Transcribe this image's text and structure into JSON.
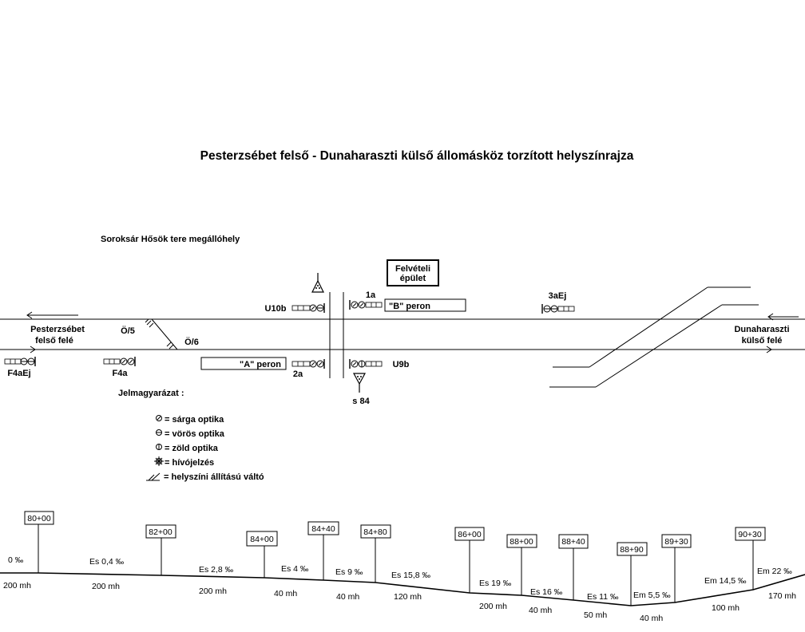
{
  "title": "Pesterzsébet felső - Dunaharaszti külső állomásköz torzított helyszínrajza",
  "stop_name": "Soroksár Hősök tere megállóhely",
  "building_label": {
    "line1": "Felvételi",
    "line2": "épület"
  },
  "platforms": {
    "a": "\"A\" peron",
    "b": "\"B\" peron"
  },
  "directions": {
    "left": {
      "line1": "Pesterzsébet",
      "line2": "felső felé"
    },
    "right": {
      "line1": "Dunaharaszti",
      "line2": "külső  felé"
    }
  },
  "switches": {
    "o5": "Ö/5",
    "o6": "Ö/6"
  },
  "signals": {
    "u10b": "U10b",
    "s1a": "1a",
    "s3aej": "3aEj",
    "s2a": "2a",
    "u9b": "U9b",
    "s84": "s 84",
    "f4aej": "F4aEj",
    "f4a": "F4a"
  },
  "legend": {
    "title": "Jelmagyarázat :",
    "items": [
      {
        "icon": "yellow-optic-icon",
        "text": "= sárga optika"
      },
      {
        "icon": "red-optic-icon",
        "text": "= vörös optika"
      },
      {
        "icon": "green-optic-icon",
        "text": "= zöld optika"
      },
      {
        "icon": "call-on-signal-icon",
        "text": "= hívójelzés"
      },
      {
        "icon": "hand-switch-icon",
        "text": "= helyszíni állítású váltó"
      }
    ]
  },
  "profile": {
    "chainages": [
      "80+00",
      "82+00",
      "84+00",
      "84+40",
      "84+80",
      "86+00",
      "88+00",
      "88+40",
      "88+90",
      "89+30",
      "90+30"
    ],
    "gradients": [
      "0  ‰",
      "Es  0,4  ‰",
      "Es 2,8  ‰",
      "Es  4  ‰",
      "Es  9  ‰",
      "Es 15,8 ‰",
      "Es  19  ‰",
      "Es  16  ‰",
      "Es  11  ‰",
      "Em 5,5 ‰",
      "Em 14,5 ‰",
      "Em 22 ‰"
    ],
    "lengths": [
      "200 mh",
      "200 mh",
      "200 mh",
      "40 mh",
      "40 mh",
      "120 mh",
      "200 mh",
      "40 mh",
      "50 mh",
      "40 mh",
      "100 mh",
      "170 mh"
    ]
  }
}
